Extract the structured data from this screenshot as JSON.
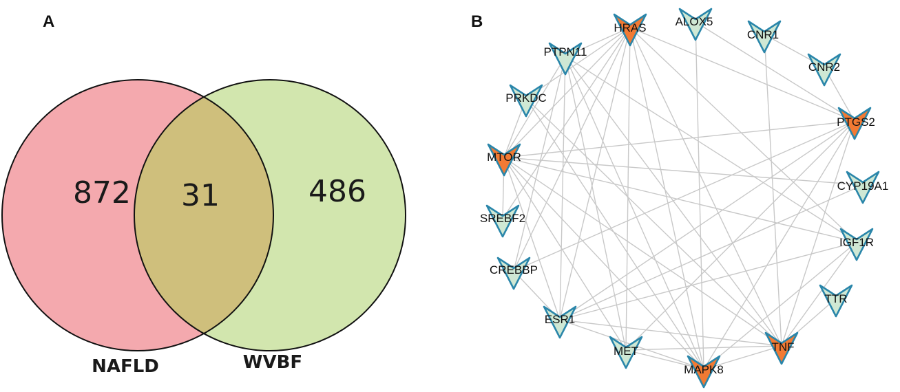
{
  "panels": {
    "a": {
      "label": "A"
    },
    "b": {
      "label": "B"
    }
  },
  "venn": {
    "sets": [
      {
        "name": "NAFLD",
        "only_count": "872",
        "color": "#f4a9ae"
      },
      {
        "name": "WVBF",
        "only_count": "486",
        "color": "#d2e6ae"
      }
    ],
    "intersection": {
      "count": "31",
      "color": "#cfbf7c"
    },
    "outline_color": "#111111"
  },
  "network": {
    "colors": {
      "hub_fill": "#f27a33",
      "normal_fill": "#cfe8d4",
      "node_stroke": "#2a86aa",
      "edge": "#c8c8c8"
    },
    "nodes": [
      {
        "id": "HRAS",
        "label": "HRAS",
        "hub": true
      },
      {
        "id": "ALOX5",
        "label": "ALOX5",
        "hub": false
      },
      {
        "id": "CNR1",
        "label": "CNR1",
        "hub": false
      },
      {
        "id": "CNR2",
        "label": "CNR2",
        "hub": false
      },
      {
        "id": "PTGS2",
        "label": "PTGS2",
        "hub": true
      },
      {
        "id": "CYP19A1",
        "label": "CYP19A1",
        "hub": false
      },
      {
        "id": "IGF1R",
        "label": "IGF1R",
        "hub": false
      },
      {
        "id": "TTR",
        "label": "TTR",
        "hub": false
      },
      {
        "id": "TNF",
        "label": "TNF",
        "hub": true
      },
      {
        "id": "MAPK8",
        "label": "MAPK8",
        "hub": true
      },
      {
        "id": "MET",
        "label": "MET",
        "hub": false
      },
      {
        "id": "ESR1",
        "label": "ESR1",
        "hub": false
      },
      {
        "id": "CREBBP",
        "label": "CREBBP",
        "hub": false
      },
      {
        "id": "SREBF2",
        "label": "SREBF2",
        "hub": false
      },
      {
        "id": "MTOR",
        "label": "MTOR",
        "hub": true
      },
      {
        "id": "PRKDC",
        "label": "PRKDC",
        "hub": false
      },
      {
        "id": "PTPN11",
        "label": "PTPN11",
        "hub": false
      }
    ],
    "edges": [
      [
        "HRAS",
        "PTPN11"
      ],
      [
        "HRAS",
        "PRKDC"
      ],
      [
        "HRAS",
        "MTOR"
      ],
      [
        "HRAS",
        "SREBF2"
      ],
      [
        "HRAS",
        "ESR1"
      ],
      [
        "HRAS",
        "MET"
      ],
      [
        "HRAS",
        "MAPK8"
      ],
      [
        "HRAS",
        "TNF"
      ],
      [
        "HRAS",
        "IGF1R"
      ],
      [
        "HRAS",
        "PTGS2"
      ],
      [
        "HRAS",
        "CREBBP"
      ],
      [
        "ALOX5",
        "MAPK8"
      ],
      [
        "ALOX5",
        "PTGS2"
      ],
      [
        "CNR1",
        "CNR2"
      ],
      [
        "CNR1",
        "TNF"
      ],
      [
        "CNR2",
        "PTGS2"
      ],
      [
        "PTGS2",
        "MTOR"
      ],
      [
        "PTGS2",
        "TNF"
      ],
      [
        "PTGS2",
        "MAPK8"
      ],
      [
        "PTGS2",
        "ESR1"
      ],
      [
        "PTGS2",
        "CREBBP"
      ],
      [
        "PTGS2",
        "MET"
      ],
      [
        "CYP19A1",
        "ESR1"
      ],
      [
        "CYP19A1",
        "MTOR"
      ],
      [
        "IGF1R",
        "MTOR"
      ],
      [
        "IGF1R",
        "ESR1"
      ],
      [
        "IGF1R",
        "TNF"
      ],
      [
        "IGF1R",
        "PTPN11"
      ],
      [
        "IGF1R",
        "MAPK8"
      ],
      [
        "TTR",
        "TNF"
      ],
      [
        "TNF",
        "MTOR"
      ],
      [
        "TNF",
        "MAPK8"
      ],
      [
        "TNF",
        "ESR1"
      ],
      [
        "TNF",
        "PTPN11"
      ],
      [
        "TNF",
        "MET"
      ],
      [
        "TNF",
        "PRKDC"
      ],
      [
        "MAPK8",
        "MTOR"
      ],
      [
        "MAPK8",
        "ESR1"
      ],
      [
        "MAPK8",
        "PTPN11"
      ],
      [
        "MAPK8",
        "PRKDC"
      ],
      [
        "MAPK8",
        "MET"
      ],
      [
        "MET",
        "PTPN11"
      ],
      [
        "MET",
        "MTOR"
      ],
      [
        "ESR1",
        "CREBBP"
      ],
      [
        "ESR1",
        "MTOR"
      ],
      [
        "ESR1",
        "PTPN11"
      ],
      [
        "CREBBP",
        "PTPN11"
      ],
      [
        "SREBF2",
        "MTOR"
      ],
      [
        "MTOR",
        "PRKDC"
      ],
      [
        "MTOR",
        "PTPN11"
      ]
    ]
  }
}
